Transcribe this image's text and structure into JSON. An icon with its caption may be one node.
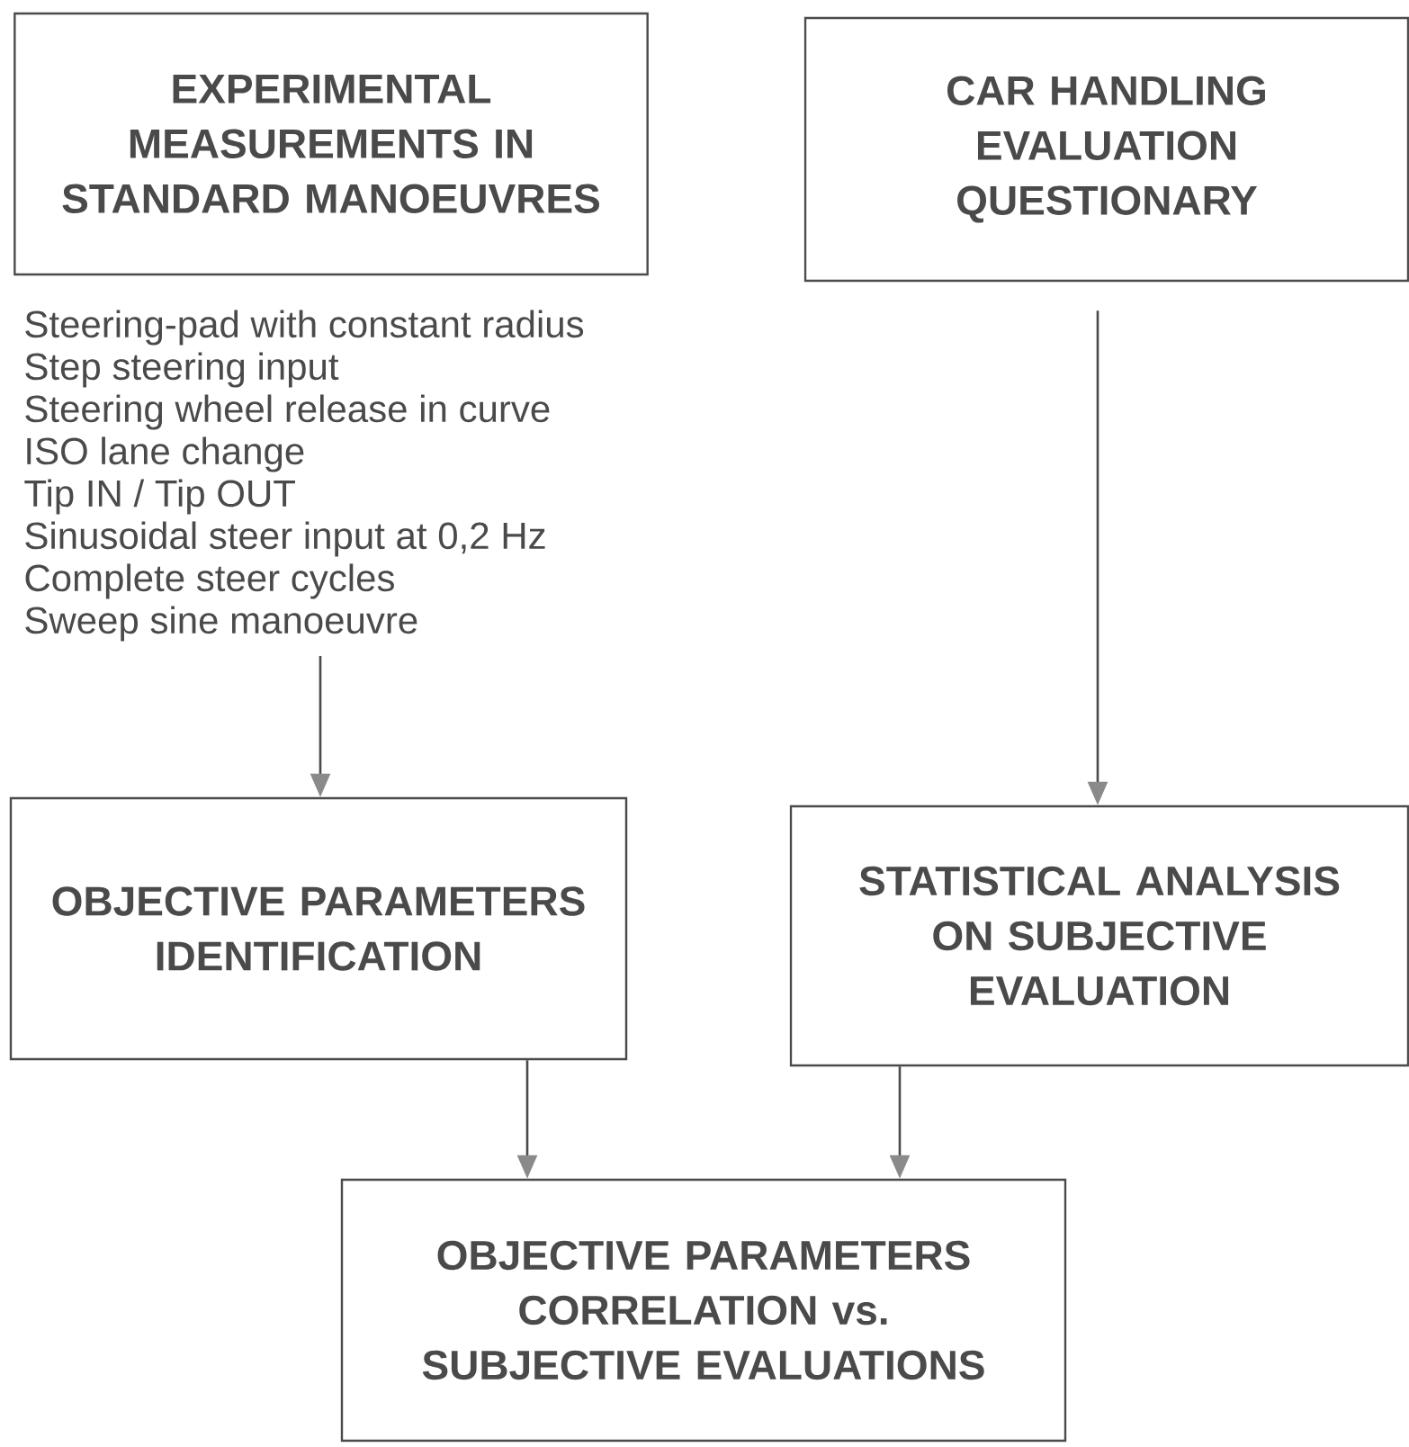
{
  "diagram": {
    "nodes": [
      {
        "text": [
          "EXPERIMENTAL MEASUREMENTS IN STANDARD MANOEUVRES"
        ]
      },
      {
        "text": [
          "CAR HANDLING EVALUATION QUESTIONARY"
        ]
      },
      {
        "text": [
          "Steering-pad with constant radius",
          "Step steering input",
          "Steering wheel release in curve",
          "ISO lane change",
          "Tip IN / Tip OUT",
          "Sinusoidal steer input  at 0,2 Hz",
          "Complete steer cycles",
          "Sweep sine manoeuvre"
        ]
      },
      {
        "text": [
          "OBJECTIVE PARAMETERS IDENTIFICATION"
        ]
      },
      {
        "text": [
          "STATISTICAL ANALYSIS ON SUBJECTIVE EVALUATION"
        ]
      },
      {
        "text": [
          "OBJECTIVE PARAMETERS CORRELATION vs. SUBJECTIVE EVALUATIONS"
        ]
      }
    ],
    "edges": [
      {
        "from": 2,
        "to": 3,
        "arrow": "to"
      },
      {
        "from": 1,
        "to": 4,
        "arrow": "to"
      },
      {
        "from": 3,
        "to": 5,
        "arrow": "to"
      },
      {
        "from": 4,
        "to": 5,
        "arrow": "to"
      }
    ]
  }
}
